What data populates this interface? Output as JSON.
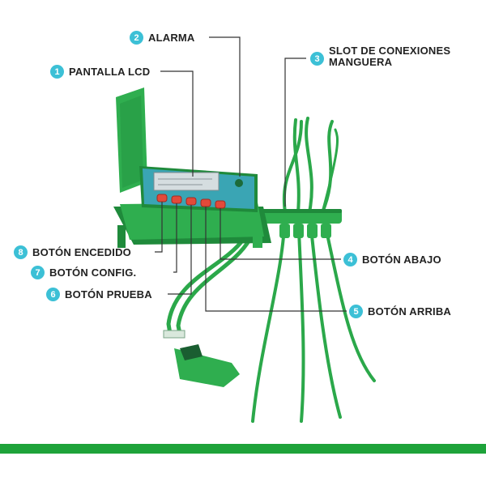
{
  "colors": {
    "badge": "#3cc0d6",
    "body_green": "#2fae4f",
    "body_dark": "#1f8a3b",
    "hose_green": "#2ba84a",
    "lcd": "#bcc6cc",
    "buttons": "#e24a3a",
    "panel": "#3aa5b4",
    "bar": "#1ea33a",
    "leader": "#333333"
  },
  "labels": [
    {
      "num": "1",
      "text": "PANTALLA LCD",
      "id": "pantalla-lcd"
    },
    {
      "num": "2",
      "text": "ALARMA",
      "id": "alarma"
    },
    {
      "num": "3",
      "text": "SLOT DE CONEXIONES",
      "text2": "MANGUERA",
      "id": "slot-conexiones"
    },
    {
      "num": "4",
      "text": "BOTÓN ABAJO",
      "id": "boton-abajo"
    },
    {
      "num": "5",
      "text": "BOTÓN ARRIBA",
      "id": "boton-arriba"
    },
    {
      "num": "6",
      "text": "BOTÓN PRUEBA",
      "id": "boton-prueba"
    },
    {
      "num": "7",
      "text": "BOTÓN CONFIG.",
      "id": "boton-config"
    },
    {
      "num": "8",
      "text": "BOTÓN ENCEDIDO",
      "id": "boton-encedido"
    }
  ]
}
